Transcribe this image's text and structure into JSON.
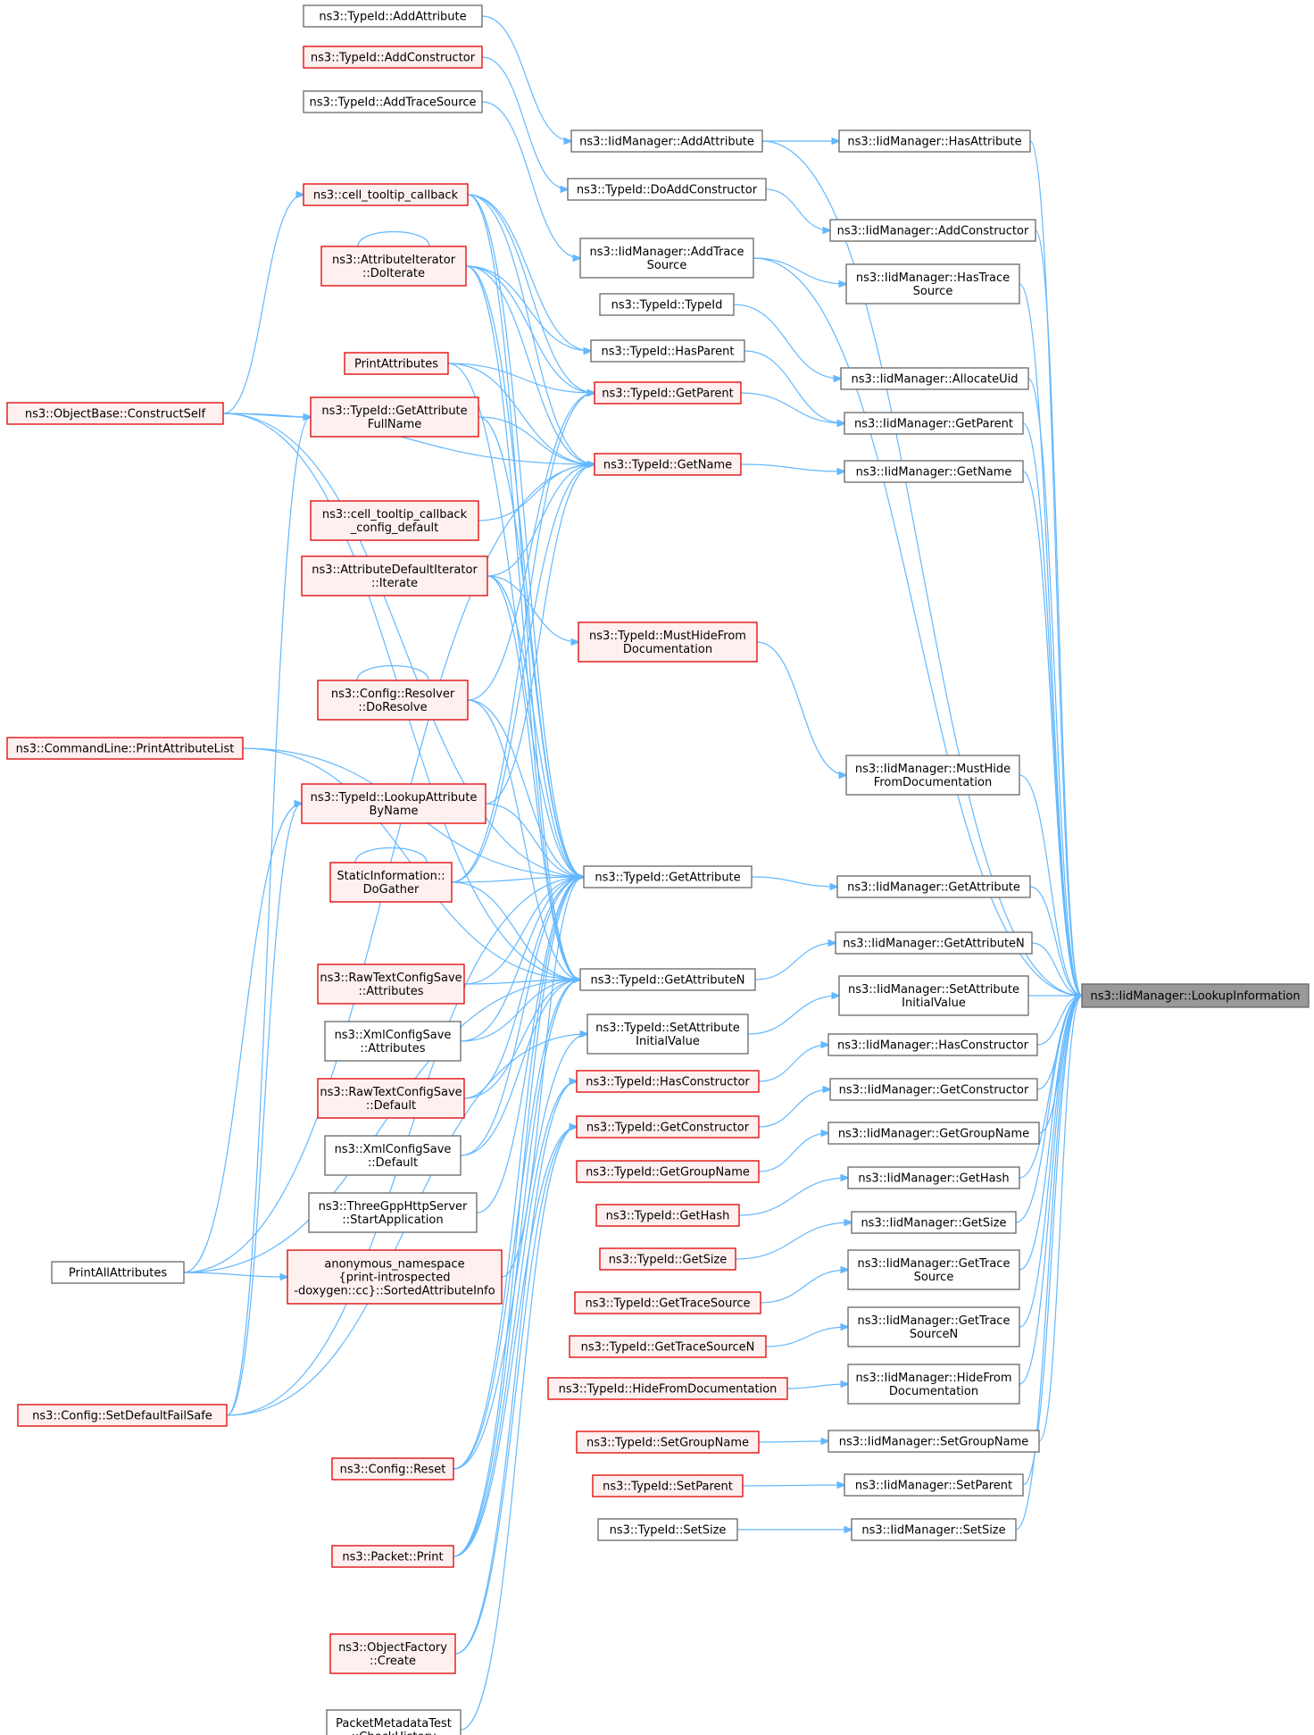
{
  "colors": {
    "edge": "#63b8ff",
    "node_border": "#666666",
    "undocumented_border": "#e00000",
    "undocumented_fill": "#fff0f0",
    "focus_fill": "#999999",
    "background": "#ffffff"
  },
  "nodes": [
    {
      "id": "n_lookup",
      "label": [
        "ns3::IidManager::LookupInformation"
      ],
      "style": "focus"
    },
    {
      "id": "n_iid_hasattr",
      "label": [
        "ns3::IidManager::HasAttribute"
      ],
      "style": "black"
    },
    {
      "id": "n_iid_addattr",
      "label": [
        "ns3::IidManager::AddAttribute"
      ],
      "style": "black"
    },
    {
      "id": "n_iid_addctor",
      "label": [
        "ns3::IidManager::AddConstructor"
      ],
      "style": "black"
    },
    {
      "id": "n_iid_addtrace",
      "label": [
        "ns3::IidManager::AddTrace",
        "Source"
      ],
      "style": "black"
    },
    {
      "id": "n_iid_hastrace",
      "label": [
        "ns3::IidManager::HasTrace",
        "Source"
      ],
      "style": "black"
    },
    {
      "id": "n_iid_alloc",
      "label": [
        "ns3::IidManager::AllocateUid"
      ],
      "style": "black"
    },
    {
      "id": "n_iid_getparent",
      "label": [
        "ns3::IidManager::GetParent"
      ],
      "style": "black"
    },
    {
      "id": "n_iid_getname",
      "label": [
        "ns3::IidManager::GetName"
      ],
      "style": "black"
    },
    {
      "id": "n_iid_musthide",
      "label": [
        "ns3::IidManager::MustHide",
        "FromDocumentation"
      ],
      "style": "black"
    },
    {
      "id": "n_iid_getattr",
      "label": [
        "ns3::IidManager::GetAttribute"
      ],
      "style": "black"
    },
    {
      "id": "n_iid_getattrn",
      "label": [
        "ns3::IidManager::GetAttributeN"
      ],
      "style": "black"
    },
    {
      "id": "n_iid_setattrinit",
      "label": [
        "ns3::IidManager::SetAttribute",
        "InitialValue"
      ],
      "style": "black"
    },
    {
      "id": "n_iid_hasctor",
      "label": [
        "ns3::IidManager::HasConstructor"
      ],
      "style": "black"
    },
    {
      "id": "n_iid_getctor",
      "label": [
        "ns3::IidManager::GetConstructor"
      ],
      "style": "black"
    },
    {
      "id": "n_iid_getgroup",
      "label": [
        "ns3::IidManager::GetGroupName"
      ],
      "style": "black"
    },
    {
      "id": "n_iid_gethash",
      "label": [
        "ns3::IidManager::GetHash"
      ],
      "style": "black"
    },
    {
      "id": "n_iid_getsize",
      "label": [
        "ns3::IidManager::GetSize"
      ],
      "style": "black"
    },
    {
      "id": "n_iid_gettrace",
      "label": [
        "ns3::IidManager::GetTrace",
        "Source"
      ],
      "style": "black"
    },
    {
      "id": "n_iid_gettracen",
      "label": [
        "ns3::IidManager::GetTrace",
        "SourceN"
      ],
      "style": "black"
    },
    {
      "id": "n_iid_hidefrom",
      "label": [
        "ns3::IidManager::HideFrom",
        "Documentation"
      ],
      "style": "black"
    },
    {
      "id": "n_iid_setgroup",
      "label": [
        "ns3::IidManager::SetGroupName"
      ],
      "style": "black"
    },
    {
      "id": "n_iid_setparent",
      "label": [
        "ns3::IidManager::SetParent"
      ],
      "style": "black"
    },
    {
      "id": "n_iid_setsize",
      "label": [
        "ns3::IidManager::SetSize"
      ],
      "style": "black"
    },
    {
      "id": "n_tid_addattr",
      "label": [
        "ns3::TypeId::AddAttribute"
      ],
      "style": "black"
    },
    {
      "id": "n_tid_addctor",
      "label": [
        "ns3::TypeId::AddConstructor"
      ],
      "style": "red"
    },
    {
      "id": "n_tid_addtrace",
      "label": [
        "ns3::TypeId::AddTraceSource"
      ],
      "style": "black"
    },
    {
      "id": "n_tid_doaddctor",
      "label": [
        "ns3::TypeId::DoAddConstructor"
      ],
      "style": "black"
    },
    {
      "id": "n_tid_typeid",
      "label": [
        "ns3::TypeId::TypeId"
      ],
      "style": "black"
    },
    {
      "id": "n_tid_hasparent",
      "label": [
        "ns3::TypeId::HasParent"
      ],
      "style": "black"
    },
    {
      "id": "n_tid_getparent",
      "label": [
        "ns3::TypeId::GetParent"
      ],
      "style": "red"
    },
    {
      "id": "n_tid_getname",
      "label": [
        "ns3::TypeId::GetName"
      ],
      "style": "red"
    },
    {
      "id": "n_tid_musthide",
      "label": [
        "ns3::TypeId::MustHideFrom",
        "Documentation"
      ],
      "style": "red"
    },
    {
      "id": "n_tid_getattr",
      "label": [
        "ns3::TypeId::GetAttribute"
      ],
      "style": "black"
    },
    {
      "id": "n_tid_getattrn",
      "label": [
        "ns3::TypeId::GetAttributeN"
      ],
      "style": "black"
    },
    {
      "id": "n_tid_setattrinit",
      "label": [
        "ns3::TypeId::SetAttribute",
        "InitialValue"
      ],
      "style": "black"
    },
    {
      "id": "n_tid_hasctor",
      "label": [
        "ns3::TypeId::HasConstructor"
      ],
      "style": "red"
    },
    {
      "id": "n_tid_getctor",
      "label": [
        "ns3::TypeId::GetConstructor"
      ],
      "style": "red"
    },
    {
      "id": "n_tid_getgroup",
      "label": [
        "ns3::TypeId::GetGroupName"
      ],
      "style": "red"
    },
    {
      "id": "n_tid_gethash",
      "label": [
        "ns3::TypeId::GetHash"
      ],
      "style": "red"
    },
    {
      "id": "n_tid_getsize",
      "label": [
        "ns3::TypeId::GetSize"
      ],
      "style": "red"
    },
    {
      "id": "n_tid_gettrace",
      "label": [
        "ns3::TypeId::GetTraceSource"
      ],
      "style": "red"
    },
    {
      "id": "n_tid_gettracen",
      "label": [
        "ns3::TypeId::GetTraceSourceN"
      ],
      "style": "red"
    },
    {
      "id": "n_tid_hidefrom",
      "label": [
        "ns3::TypeId::HideFromDocumentation"
      ],
      "style": "red"
    },
    {
      "id": "n_tid_setgroup",
      "label": [
        "ns3::TypeId::SetGroupName"
      ],
      "style": "red"
    },
    {
      "id": "n_tid_setparent",
      "label": [
        "ns3::TypeId::SetParent"
      ],
      "style": "red"
    },
    {
      "id": "n_tid_setsize",
      "label": [
        "ns3::TypeId::SetSize"
      ],
      "style": "black"
    },
    {
      "id": "n_cell_tooltip",
      "label": [
        "ns3::cell_tooltip_callback"
      ],
      "style": "red"
    },
    {
      "id": "n_attr_iter",
      "label": [
        "ns3::AttributeIterator",
        "::DoIterate"
      ],
      "style": "red"
    },
    {
      "id": "n_print_attrs",
      "label": [
        "PrintAttributes"
      ],
      "style": "red"
    },
    {
      "id": "n_tid_getattrfull",
      "label": [
        "ns3::TypeId::GetAttribute",
        "FullName"
      ],
      "style": "red"
    },
    {
      "id": "n_cell_tooltip_def",
      "label": [
        "ns3::cell_tooltip_callback",
        "_config_default"
      ],
      "style": "red"
    },
    {
      "id": "n_attr_def_iter",
      "label": [
        "ns3::AttributeDefaultIterator",
        "::Iterate"
      ],
      "style": "red"
    },
    {
      "id": "n_cfg_resolver",
      "label": [
        "ns3::Config::Resolver",
        "::DoResolve"
      ],
      "style": "red"
    },
    {
      "id": "n_tid_lookupattr",
      "label": [
        "ns3::TypeId::LookupAttribute",
        "ByName"
      ],
      "style": "red"
    },
    {
      "id": "n_static_info",
      "label": [
        "StaticInformation::",
        "DoGather"
      ],
      "style": "red"
    },
    {
      "id": "n_raw_attrs",
      "label": [
        "ns3::RawTextConfigSave",
        "::Attributes"
      ],
      "style": "red"
    },
    {
      "id": "n_xml_attrs",
      "label": [
        "ns3::XmlConfigSave",
        "::Attributes"
      ],
      "style": "black"
    },
    {
      "id": "n_raw_default",
      "label": [
        "ns3::RawTextConfigSave",
        "::Default"
      ],
      "style": "red"
    },
    {
      "id": "n_xml_default",
      "label": [
        "ns3::XmlConfigSave",
        "::Default"
      ],
      "style": "black"
    },
    {
      "id": "n_threegpp",
      "label": [
        "ns3::ThreeGppHttpServer",
        "::StartApplication"
      ],
      "style": "black"
    },
    {
      "id": "n_anon_sorted",
      "label": [
        "anonymous_namespace",
        "{print-introspected",
        "-doxygen::cc}::SortedAttributeInfo"
      ],
      "style": "red"
    },
    {
      "id": "n_cfg_reset",
      "label": [
        "ns3::Config::Reset"
      ],
      "style": "red"
    },
    {
      "id": "n_packet_print",
      "label": [
        "ns3::Packet::Print"
      ],
      "style": "red"
    },
    {
      "id": "n_objfactory",
      "label": [
        "ns3::ObjectFactory",
        "::Create"
      ],
      "style": "red"
    },
    {
      "id": "n_pmt_check",
      "label": [
        "PacketMetadataTest",
        "::CheckHistory"
      ],
      "style": "black"
    },
    {
      "id": "n_objbase",
      "label": [
        "ns3::ObjectBase::ConstructSelf"
      ],
      "style": "red"
    },
    {
      "id": "n_cmdline",
      "label": [
        "ns3::CommandLine::PrintAttributeList"
      ],
      "style": "red"
    },
    {
      "id": "n_printall",
      "label": [
        "PrintAllAttributes"
      ],
      "style": "black"
    },
    {
      "id": "n_cfg_setdef",
      "label": [
        "ns3::Config::SetDefaultFailSafe"
      ],
      "style": "red"
    }
  ]
}
